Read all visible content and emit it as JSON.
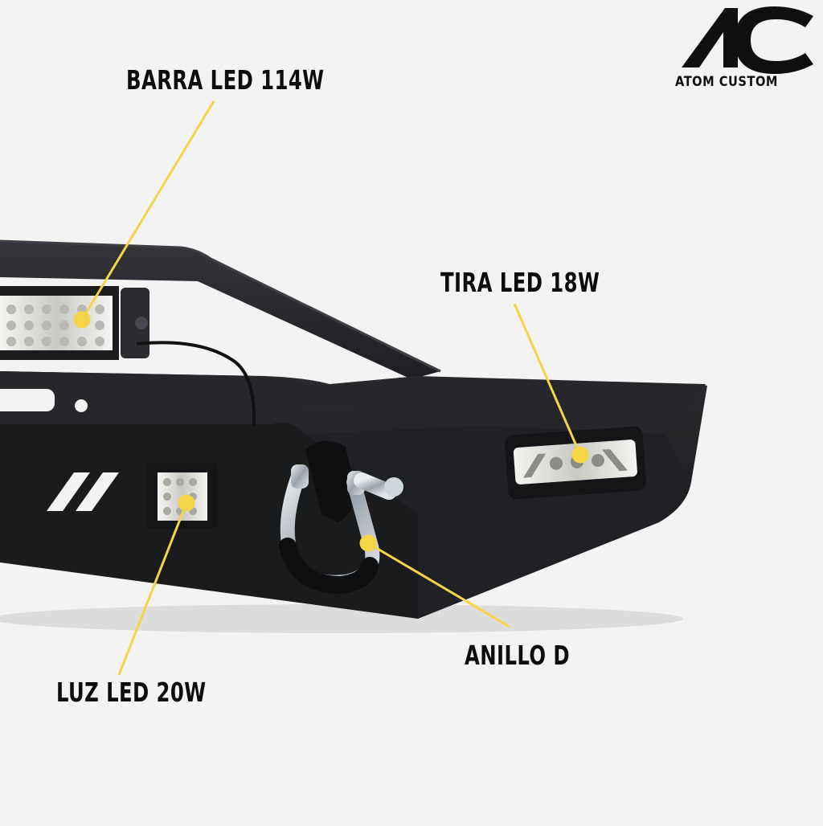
{
  "brand": {
    "name": "ATOM CUSTOM",
    "monogram": "AC",
    "logo_icon": "ac-monogram-icon"
  },
  "callouts": {
    "light_bar": "BARRA LED 114W",
    "led_strip": "TIRA LED 18W",
    "d_ring": "ANILLO D",
    "pod_light": "LUZ LED 20W"
  },
  "colors": {
    "background": "#f3f3f3",
    "bumper": "#1f2022",
    "leader_line": "#f5d547",
    "label_text": "#0d0d0d"
  }
}
